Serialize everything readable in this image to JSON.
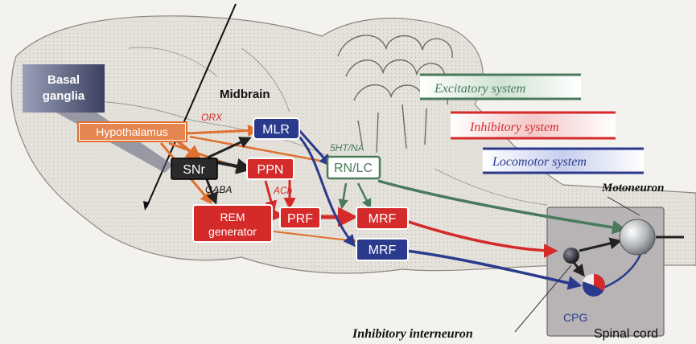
{
  "regions": {
    "basal_ganglia": [
      "Basal",
      "ganglia"
    ],
    "midbrain": "Midbrain",
    "hypothalamus": "Hypothalamus",
    "snr": "SNr",
    "mlr": "MLR",
    "ppn": "PPN",
    "rn_lc": "RN/LC",
    "prf": "PRF",
    "mrf_upper": "MRF",
    "mrf_lower": "MRF",
    "rem_generator": [
      "REM",
      "generator"
    ]
  },
  "transmitters": {
    "orx": "ORX",
    "gaba": "GABA",
    "ach": "ACh",
    "ht_na": "5HT/NA"
  },
  "legend": {
    "excitatory": "Excitatory system",
    "inhibitory": "Inhibitory system",
    "locomotor": "Locomotor system"
  },
  "spinal": {
    "motoneuron": "Motoneuron",
    "cpg": "CPG",
    "spinal_cord": "Spinal cord",
    "inhibitory_interneuron": "Inhibitory interneuron"
  },
  "colors": {
    "excitatory": "#4a7a5c",
    "inhibitory": "#d42a2a",
    "locomotor": "#2a3a8c",
    "orange": "#e07030",
    "dark": "#222222",
    "basal": "#5a5f78"
  }
}
